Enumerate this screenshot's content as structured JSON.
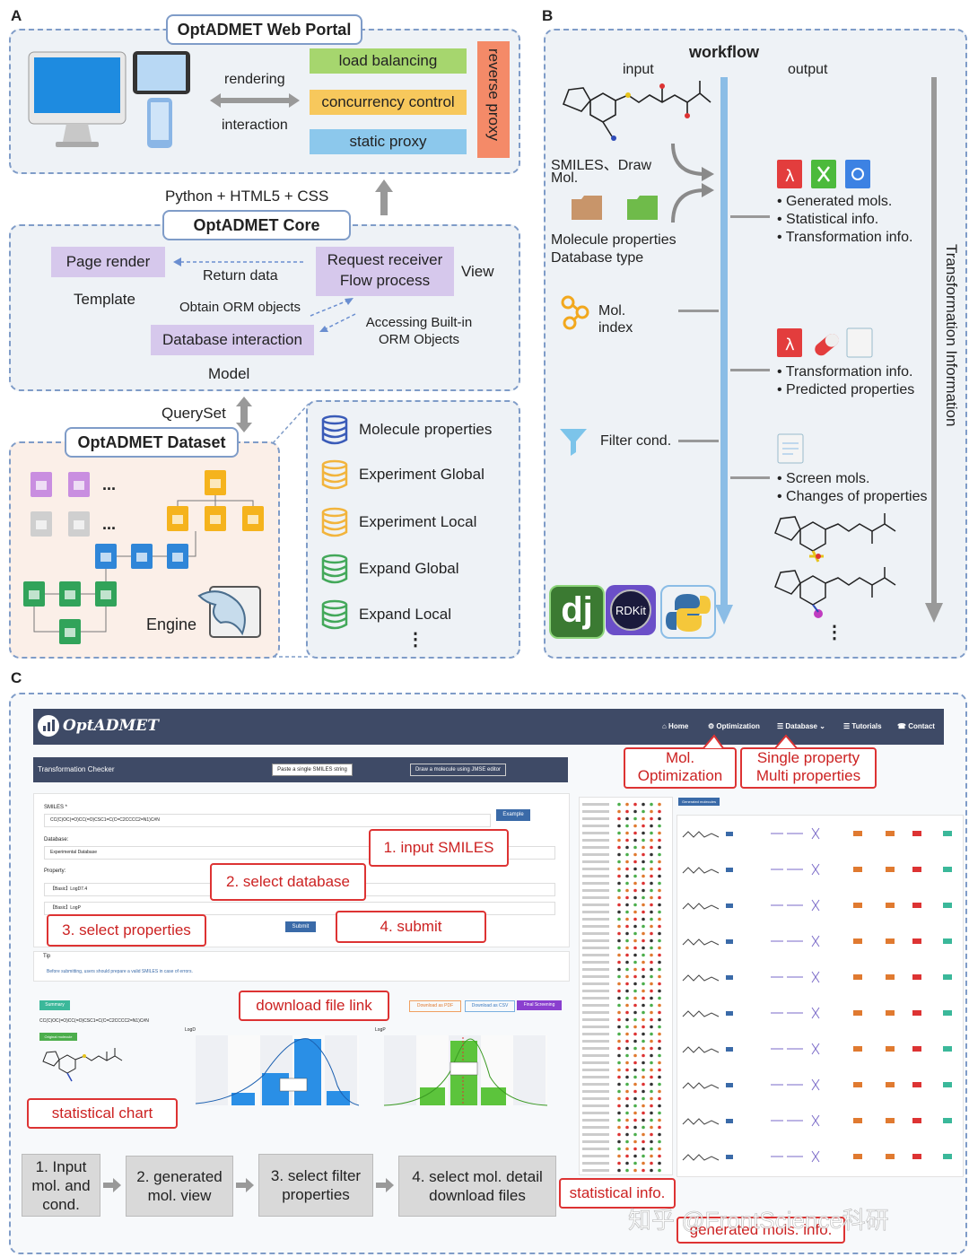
{
  "panels": {
    "a": "A",
    "b": "B",
    "c": "C"
  },
  "portal": {
    "title": "OptADMET Web Portal",
    "rendering": "rendering",
    "interaction": "interaction",
    "load_balancing": "load balancing",
    "concurrency_control": "concurrency control",
    "static_proxy": "static proxy",
    "reverse_proxy": "reverse proxy"
  },
  "stack_label": "Python + HTML5 + CSS",
  "core": {
    "title": "OptADMET Core",
    "page_render": "Page render",
    "template": "Template",
    "return_data": "Return data",
    "request_receiver": "Request receiver",
    "flow_process": "Flow process",
    "view": "View",
    "obtain_orm": "Obtain ORM objects",
    "accessing_builtin": "Accessing Built-in",
    "orm_objects": "ORM Objects",
    "database_interaction": "Database interaction",
    "model": "Model"
  },
  "queryset": "QuerySet",
  "dataset": {
    "title": "OptADMET Dataset",
    "dots": "...",
    "engine": "Engine",
    "databases": [
      "Molecule properties",
      "Experiment Global",
      "Experiment Local",
      "Expand Global",
      "Expand Local"
    ],
    "more": "⋮"
  },
  "workflow": {
    "title": "workflow",
    "input": "input",
    "output": "output",
    "smiles": "SMILES、Draw",
    "mol": "Mol.",
    "mol_props": "Molecule properties",
    "db_type": "Database type",
    "mol_index_1": "Mol.",
    "mol_index_2": "index",
    "filter": "Filter cond.",
    "out1": [
      "• Generated mols.",
      "• Statistical info.",
      "• Transformation info."
    ],
    "out2": [
      "• Transformation info.",
      "• Predicted properties"
    ],
    "out3": [
      "• Screen mols.",
      "• Changes of properties"
    ],
    "transformation": "Transformation Information",
    "rdkit": "RDKit",
    "dj": "dj",
    "more": "⋮"
  },
  "webui": {
    "logo": "OptADMET",
    "nav": [
      "⌂ Home",
      "⚙ Optimization",
      "☰ Database ⌄",
      "☰ Tutorials",
      "☎ Contact"
    ],
    "checker_title": "Transformation Checker",
    "btn_paste": "Paste a single SMILES string",
    "btn_draw": "Draw a molecule using JMSE editor",
    "smiles_label": "SMILES *",
    "smiles_value": "CC(C)OC(=O)CC(=O)CSC1=C(C=C2CCCC2=N1)C#N",
    "example": "Example",
    "database_label": "Database:",
    "database_value": "Experimental Database",
    "property_label": "Property:",
    "prop1": "【Basic】LogD7.4",
    "prop2": "【Basic】LogP",
    "submit": "Submit",
    "tip": "Tip",
    "tip_text": "Before submitting, users should prepare a valid SMILES in case of errors.",
    "summary": "Summary",
    "summary_smiles": "CC(C)OC(=O)CC(=O)CSC1=C(C=C2CCCC2=N1)C#N",
    "original_molecule": "Original molecule",
    "dl_pdf": "Download as PDF",
    "dl_csv": "Download as CSV",
    "final_screening": "Final Screening",
    "chart1_label": "LogD",
    "chart2_label": "LogP",
    "generated_molecules": "Generated molecules"
  },
  "callouts": {
    "mol_opt_1": "Mol.",
    "mol_opt_2": "Optimization",
    "single_prop": "Single property",
    "multi_prop": "Multi properties",
    "input_smiles": "1. input SMILES",
    "select_db": "2. select database",
    "select_props": "3. select properties",
    "submit": "4. submit",
    "download": "download file link",
    "stat_chart": "statistical chart",
    "stat_info": "statistical info.",
    "gen_info": "generated mols. info."
  },
  "steps": [
    [
      "1. Input",
      "mol. and",
      "cond."
    ],
    [
      "2. generated",
      "mol. view"
    ],
    [
      "3. select filter",
      "properties"
    ],
    [
      "4. select mol. detail",
      "download files"
    ]
  ],
  "watermark": "知乎 @FrontScience科研",
  "colors": {
    "navy": "#3e4a66",
    "red": "#d33333",
    "blue_line": "#8bbde6"
  }
}
